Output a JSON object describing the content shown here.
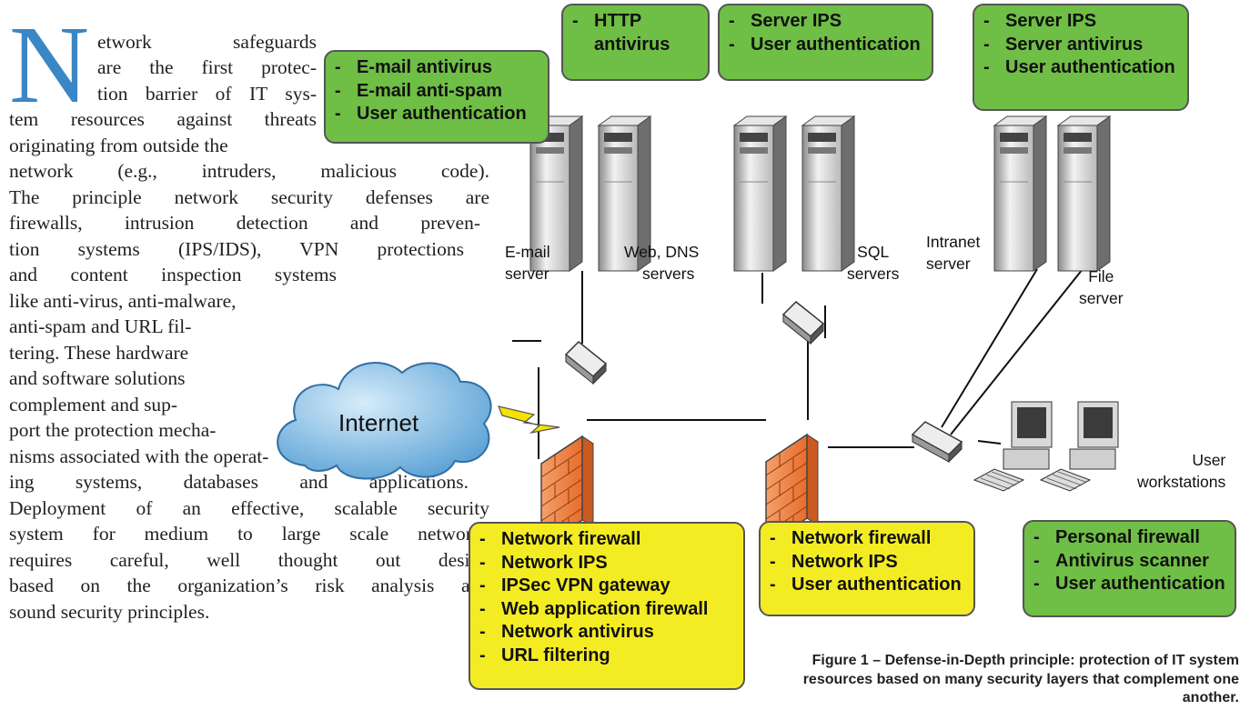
{
  "article": {
    "dropcap": "N",
    "lines": [
      "etwork    safeguards",
      "are the first protec-",
      "tion barrier of IT sys-",
      "tem resources against threats",
      "originating from outside the",
      "network (e.g., intruders, malicious code).",
      "The principle network security defenses are",
      "firewalls, intrusion detection and preven-",
      "tion systems (IPS/IDS), VPN protections",
      "and  content  inspection  systems",
      "like anti-virus, anti-malware,",
      "anti-spam and URL fil-",
      "tering. These hardware",
      "and software solutions",
      "complement and sup-",
      "port the protection mecha-",
      "nisms associated with the operat-",
      "ing systems, databases and applications.",
      "Deployment of an effective, scalable security",
      "system for medium to large scale networks",
      "requires careful, well thought out design",
      "based on the organization’s risk analysis and",
      "sound security principles."
    ]
  },
  "diagram": {
    "internet_label": "Internet",
    "node_labels": {
      "email_server": [
        "E-mail",
        "server"
      ],
      "web_dns_servers": [
        "Web, DNS",
        "servers"
      ],
      "sql_servers": [
        "SQL",
        "servers"
      ],
      "intranet_server": [
        "Intranet",
        "server"
      ],
      "file_server": [
        "File",
        "server"
      ],
      "user_workstations": [
        "User",
        "workstations"
      ]
    },
    "boxes": {
      "email": {
        "color": "#6fbe46",
        "items": [
          "E-mail antivirus",
          "E-mail anti-spam",
          "User authentication"
        ]
      },
      "http": {
        "color": "#6fbe46",
        "items": [
          "HTTP antivirus"
        ]
      },
      "sql": {
        "color": "#6fbe46",
        "items": [
          "Server IPS",
          "User authentication"
        ]
      },
      "intranet": {
        "color": "#6fbe46",
        "items": [
          "Server IPS",
          "Server antivirus",
          "User authentication"
        ]
      },
      "perimeter": {
        "color": "#f4ec22",
        "items": [
          "Network firewall",
          "Network IPS",
          "IPSec VPN gateway",
          "Web application firewall",
          "Network antivirus",
          "URL filtering"
        ]
      },
      "internal": {
        "color": "#f4ec22",
        "items": [
          "Network firewall",
          "Network IPS",
          "User authentication"
        ]
      },
      "workstation": {
        "color": "#6fbe46",
        "items": [
          "Personal firewall",
          "Antivirus scanner",
          "User authentication"
        ]
      }
    },
    "caption": "Figure 1 – Defense-in-Depth  principle: protection of IT system resources based on many security layers that complement one another."
  }
}
